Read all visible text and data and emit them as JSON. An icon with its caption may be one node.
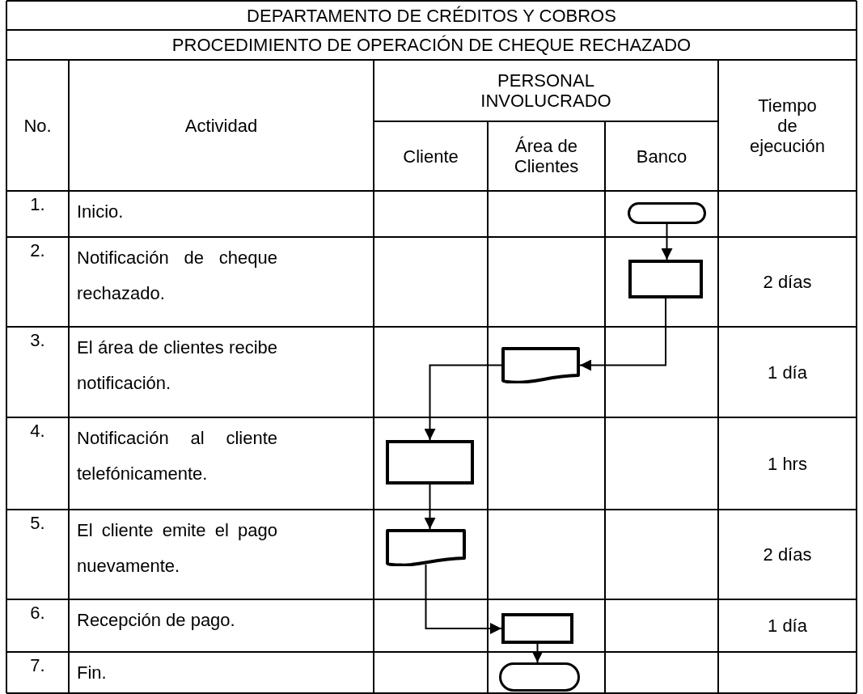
{
  "diagram": {
    "nodes": [
      {
        "text": [],
        "shape": "stadium"
      },
      {
        "text": [],
        "shape": "box"
      },
      {
        "text": [],
        "shape": "document"
      },
      {
        "text": [],
        "shape": "box"
      },
      {
        "text": [],
        "shape": "document"
      },
      {
        "text": [],
        "shape": "box"
      },
      {
        "text": [],
        "shape": "stadium"
      }
    ],
    "edges": [
      {
        "from": 0,
        "to": 1,
        "arrow": "to"
      },
      {
        "from": 1,
        "to": 2,
        "arrow": "to"
      },
      {
        "from": 2,
        "to": 3,
        "arrow": "to"
      },
      {
        "from": 3,
        "to": 4,
        "arrow": "to"
      },
      {
        "from": 4,
        "to": 5,
        "arrow": "to"
      },
      {
        "from": 5,
        "to": 6,
        "arrow": "to"
      }
    ],
    "labels": [
      "DEPARTAMENTO DE CRÉDITOS Y COBROS",
      "PROCEDIMIENTO DE OPERACIÓN DE CHEQUE RECHAZADO",
      "No.",
      "Actividad",
      "PERSONAL INVOLUCRADO",
      "Tiempo de ejecución",
      "Cliente",
      "Área de Clientes",
      "Banco",
      "1.",
      "Inicio.",
      "2.",
      "Notificación de cheque rechazado.",
      "2 días",
      "3.",
      "El área de clientes recibe notificación.",
      "1 día",
      "4.",
      "Notificación al cliente telefónicamente.",
      "1 hrs",
      "5.",
      "El cliente emite el pago nuevamente.",
      "2 días",
      "6.",
      "Recepción de pago.",
      "1 día",
      "7.",
      "Fin."
    ]
  }
}
